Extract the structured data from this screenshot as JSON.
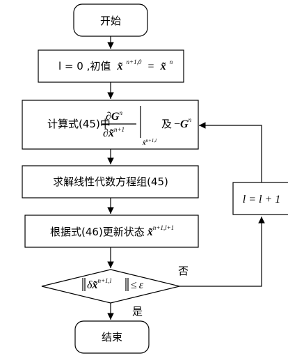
{
  "nodes": {
    "start": "开始",
    "init": {
      "prefix": "l = 0 ,初值",
      "lhs_var": "x̃",
      "lhs_sup": "n+1,0",
      "eq": "=",
      "rhs_var": "x̃",
      "rhs_sup": "n"
    },
    "compute": {
      "prefix": "计算式(45)中",
      "num_d": "∂",
      "num_var": "G",
      "num_sup": "n",
      "den_d": "∂",
      "den_var": "x̃",
      "den_sup": "n+1",
      "eval_sub": "x̃",
      "eval_sup": "n+1,l",
      "suffix": "及",
      "neg": "−",
      "neg_var": "G",
      "neg_sup": "n"
    },
    "solve": "求解线性代数方程组(45)",
    "update": {
      "prefix": "根据式(46)更新状态",
      "var": "x̃",
      "sup": "n+1,l+1"
    },
    "check": {
      "delta": "δ",
      "var": "x̃",
      "sup": "n+1,l",
      "leq": "≤",
      "eps": "ε"
    },
    "increment": "l = l + 1",
    "end": "结束"
  },
  "edges": {
    "no": "否",
    "yes": "是"
  }
}
